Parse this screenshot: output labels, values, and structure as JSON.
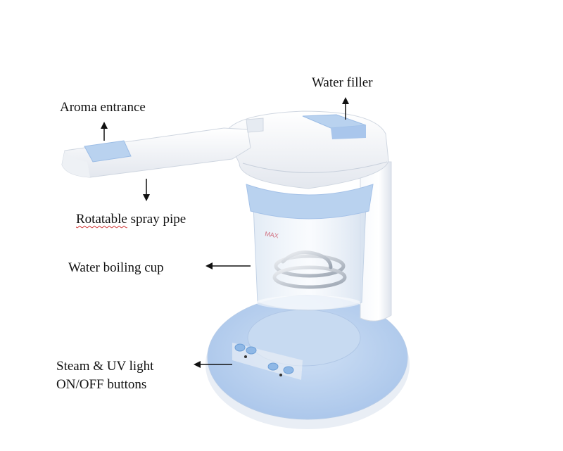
{
  "labels": {
    "water_filler": "Water filler",
    "aroma_entrance": "Aroma entrance",
    "rotatable_word": "Rotatable",
    "spray_pipe": " spray pipe",
    "water_boiling_cup": "Water boiling cup",
    "buttons_line1": "Steam & UV light",
    "buttons_line2": "ON/OFF buttons"
  },
  "device": {
    "cup_marking": "MAX"
  },
  "colors": {
    "accent_blue": "#b9d2ef",
    "accent_blue_dark": "#9cbde6",
    "body_white": "#f4f6f9",
    "arrow": "#111111",
    "spellcheck_underline": "#d03030"
  }
}
